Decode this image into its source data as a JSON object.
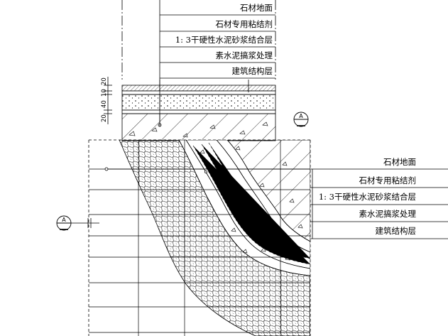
{
  "top_section": {
    "layers": [
      "石材地面",
      "石材专用粘结剂",
      "1: 3干硬性水泥砂浆结合层",
      "素水泥搞浆处理",
      "建筑结构层"
    ],
    "dimensions": [
      "20",
      "10",
      "40",
      "20"
    ],
    "section_marker": "A"
  },
  "detail_section": {
    "layers": [
      "石材地面",
      "石材专用粘结剂",
      "1: 3干硬性水泥砂浆结合层",
      "素水泥搞浆处理",
      "建筑结构层"
    ],
    "section_marker": "A"
  },
  "colors": {
    "line": "#000000",
    "background": "#ffffff"
  }
}
